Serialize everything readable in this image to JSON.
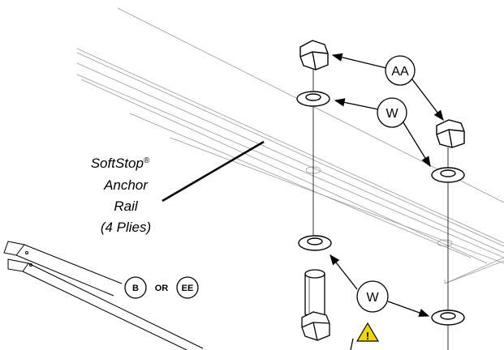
{
  "rail_label": {
    "line1": "SoftStop",
    "reg": "®",
    "line2": "Anchor",
    "line3": "Rail",
    "line4": "(4 Plies)"
  },
  "callouts": {
    "nut": "AA",
    "washer_top": "W",
    "washer_bottom": "W",
    "bolt_option_1": "B",
    "or": "OR",
    "bolt_option_2": "EE",
    "warning_symbol": "!"
  },
  "colors": {
    "line": "#000000",
    "light_line": "#9a9a9a",
    "warning_fill": "#f2d600"
  }
}
